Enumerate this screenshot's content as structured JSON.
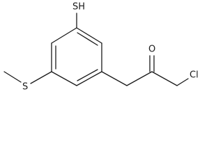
{
  "molecule": {
    "atoms": {
      "thiol": "SH",
      "thioether_sulfur": "S",
      "carbonyl_oxygen": "O",
      "chlorine": "Cl"
    }
  }
}
